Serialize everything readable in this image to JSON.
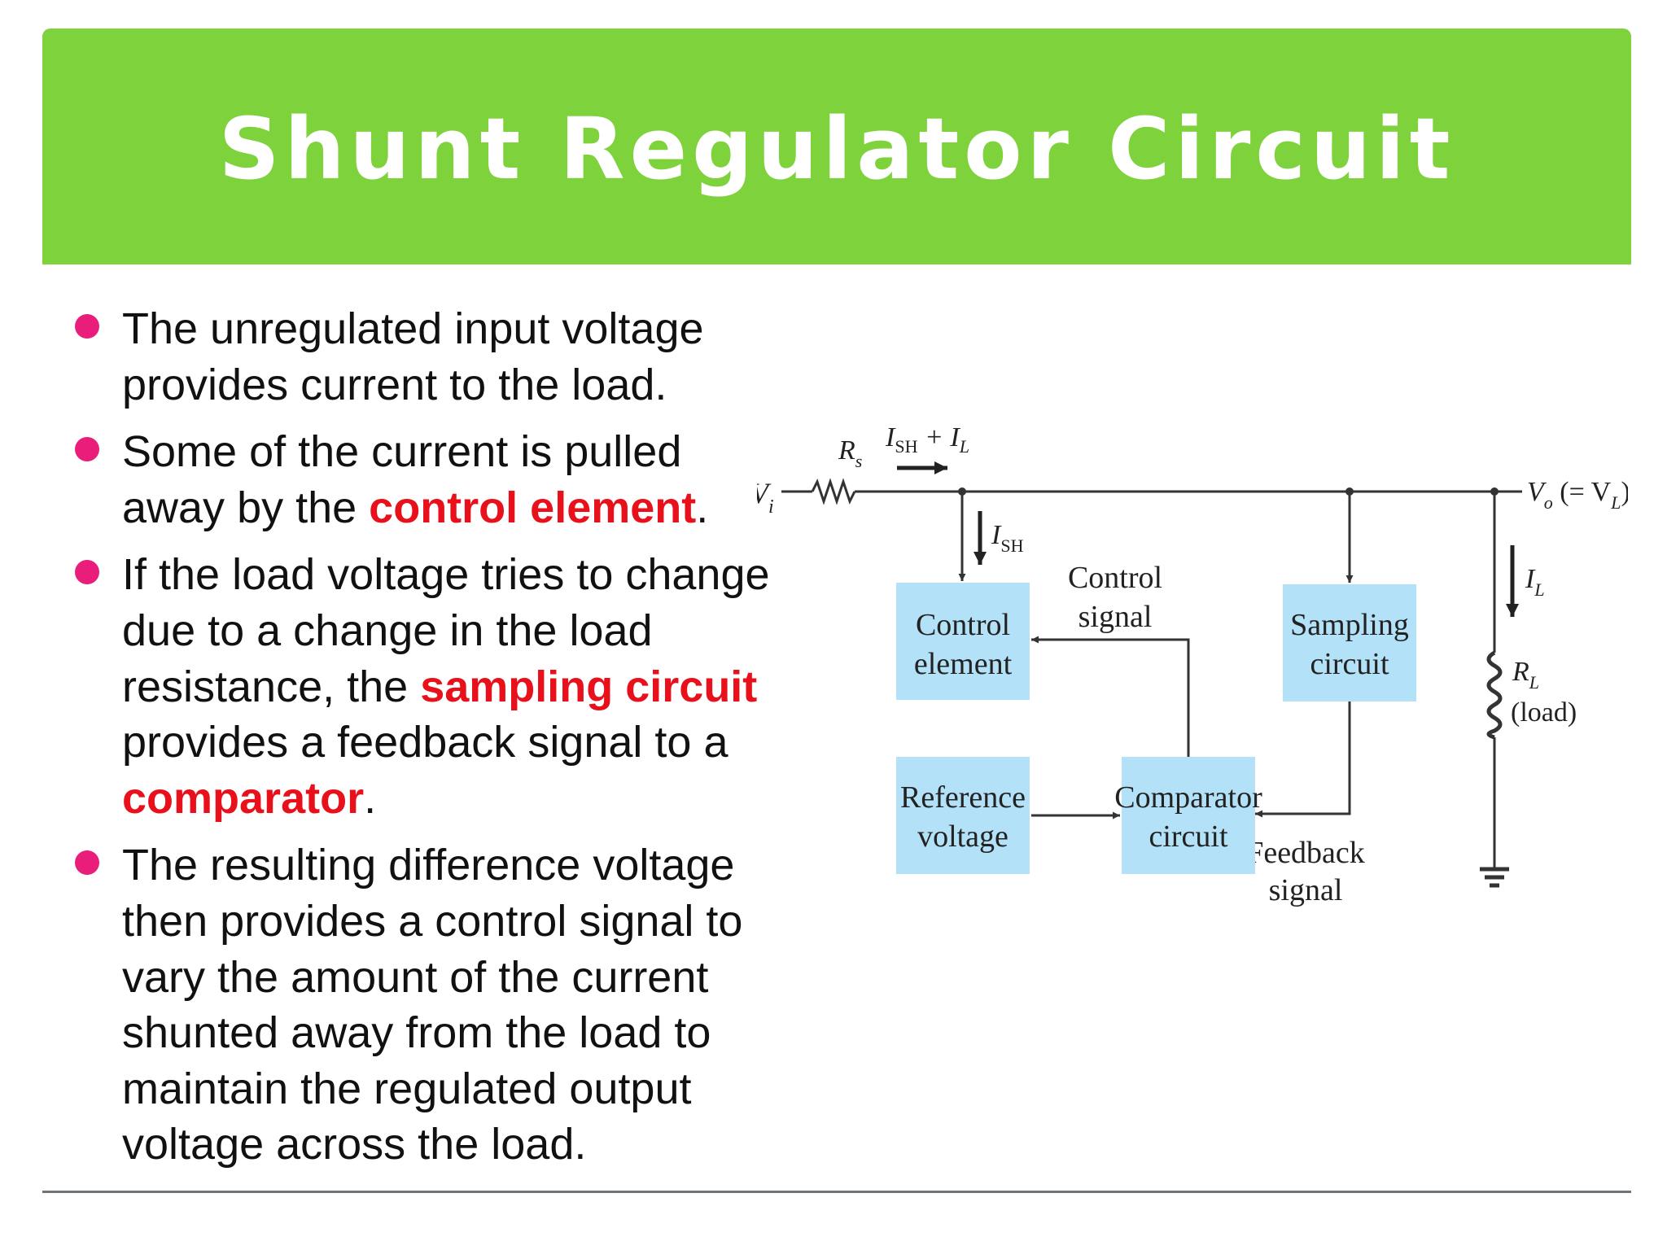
{
  "title": "Shunt Regulator Circuit",
  "bullets": [
    {
      "parts": [
        "The unregulated input voltage provides current to the load."
      ]
    },
    {
      "parts": [
        "Some of the current is pulled away by the ",
        "control element",
        "."
      ]
    },
    {
      "parts": [
        "If the load voltage tries to change due to a change in the load resistance, the ",
        "sampling circuit",
        " provides a feedback signal to a ",
        "comparator",
        "."
      ]
    },
    {
      "parts": [
        "The resulting difference voltage then provides a control signal to vary the amount of the current shunted away from the load to maintain the regulated output voltage across the load."
      ]
    }
  ],
  "diagram": {
    "vi": "V",
    "vi_sub": "i",
    "rs": "R",
    "rs_sub": "s",
    "ish_il": "I",
    "ish_il_sub1": "SH",
    "ish_il_plus": " + I",
    "ish_il_sub2": "L",
    "ish": "I",
    "ish_sub": "SH",
    "vo": "V",
    "vo_sub": "o",
    "vo_eq": " (= V",
    "vo_eq_sub": "L",
    "vo_close": ")",
    "il": "I",
    "il_sub": "L",
    "rl": "R",
    "rl_sub": "L",
    "rl_load": "(load)",
    "control_element": [
      "Control",
      "element"
    ],
    "control_signal": [
      "Control",
      "signal"
    ],
    "sampling_circuit": [
      "Sampling",
      "circuit"
    ],
    "reference_voltage": [
      "Reference",
      "voltage"
    ],
    "comparator_circuit": [
      "Comparator",
      "circuit"
    ],
    "feedback_signal": [
      "Feedback",
      "signal"
    ]
  },
  "colors": {
    "title_bar": "#7ed23c",
    "bullet": "#e91e7a",
    "highlight": "#e8101a",
    "block": "#b3e1f7"
  }
}
